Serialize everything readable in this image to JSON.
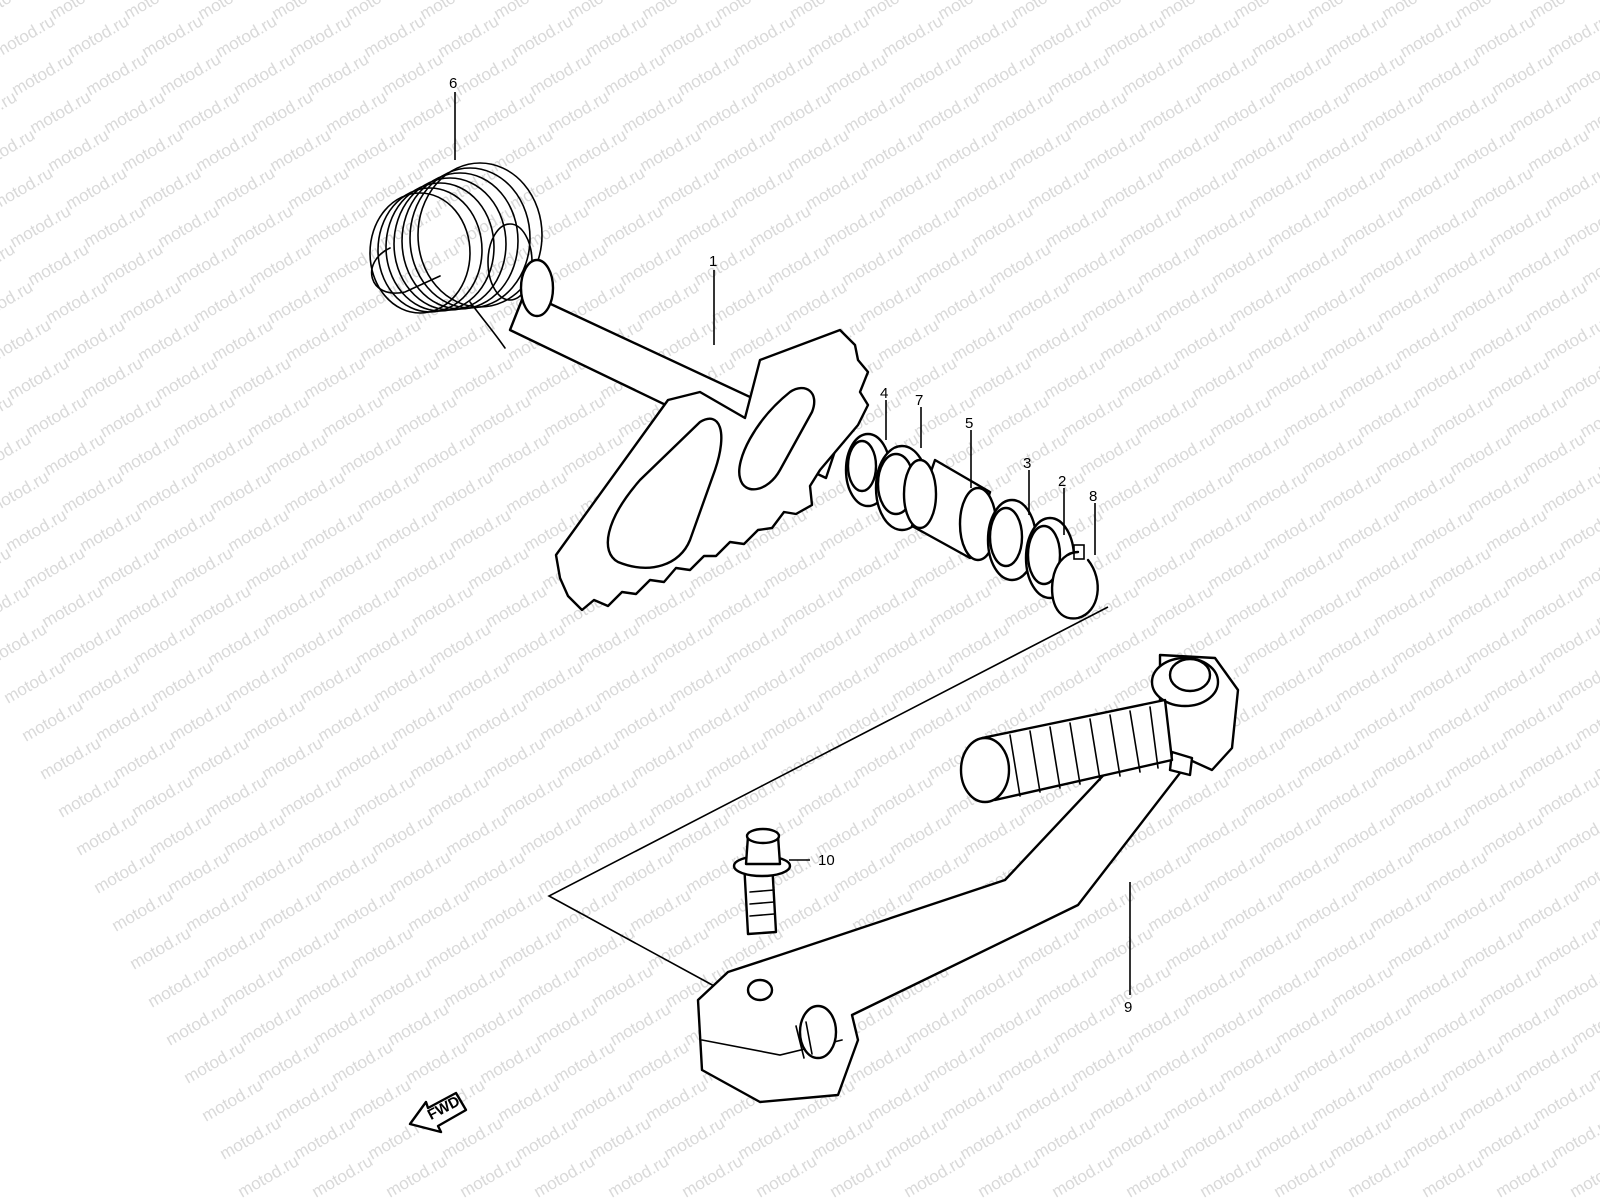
{
  "watermark": {
    "text": "motod.ru",
    "color": "#d9d9d9"
  },
  "callouts": [
    {
      "id": "1",
      "label": "1"
    },
    {
      "id": "2",
      "label": "2"
    },
    {
      "id": "3",
      "label": "3"
    },
    {
      "id": "4",
      "label": "4"
    },
    {
      "id": "5",
      "label": "5"
    },
    {
      "id": "6",
      "label": "6"
    },
    {
      "id": "7",
      "label": "7"
    },
    {
      "id": "8",
      "label": "8"
    },
    {
      "id": "9",
      "label": "9"
    },
    {
      "id": "10",
      "label": "10"
    }
  ],
  "direction_arrow": {
    "label": "FWD",
    "icon": "fwd-arrow-icon"
  },
  "colors": {
    "line": "#000000",
    "background": "#ffffff"
  }
}
